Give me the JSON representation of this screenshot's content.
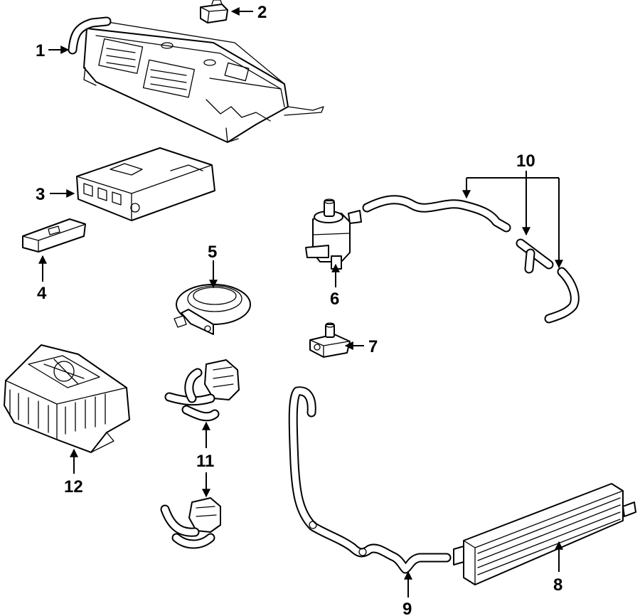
{
  "diagram": {
    "callouts": [
      {
        "id": "1",
        "text": "1"
      },
      {
        "id": "2",
        "text": "2"
      },
      {
        "id": "3",
        "text": "3"
      },
      {
        "id": "4",
        "text": "4"
      },
      {
        "id": "5",
        "text": "5"
      },
      {
        "id": "6",
        "text": "6"
      },
      {
        "id": "7",
        "text": "7"
      },
      {
        "id": "8",
        "text": "8"
      },
      {
        "id": "9",
        "text": "9"
      },
      {
        "id": "10",
        "text": "10"
      },
      {
        "id": "11",
        "text": "11"
      },
      {
        "id": "12",
        "text": "12"
      }
    ],
    "colors": {
      "line": "#000000",
      "background": "#ffffff"
    }
  }
}
